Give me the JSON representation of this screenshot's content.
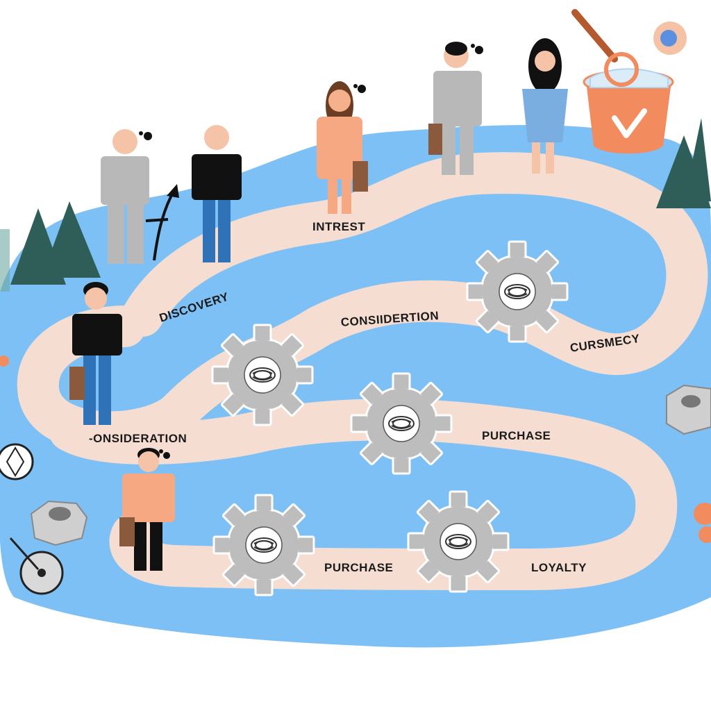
{
  "diagram": {
    "stages": [
      {
        "id": "discovery",
        "label": "DISCOVERY"
      },
      {
        "id": "interest",
        "label": "INTREST"
      },
      {
        "id": "consideration-upper",
        "label": "CONSIIDERTION"
      },
      {
        "id": "currency",
        "label": "CURSMECY"
      },
      {
        "id": "consideration-lower",
        "label": "-ONSIDERATION"
      },
      {
        "id": "purchase-middle",
        "label": "PURCHASE"
      },
      {
        "id": "purchase-bottom",
        "label": "PURCHASE"
      },
      {
        "id": "loyalty",
        "label": "LOYALTY"
      }
    ],
    "icons": [
      "person-icon",
      "gear-icon",
      "tree-icon",
      "bucket-icon",
      "magnifier-icon",
      "arrow-icon",
      "nut-icon",
      "shopping-bag-icon",
      "checkmark-icon"
    ],
    "colors": {
      "water": "#7cc0f5",
      "path": "#f6ddd2",
      "gear": "#bdbdbd",
      "tree": "#2e5e57",
      "accent_orange": "#f28b5e",
      "person_shirt_black": "#111111",
      "person_jeans": "#2f72b8",
      "person_grey": "#b8b8b8",
      "person_blue_dress": "#7aaee0"
    }
  }
}
